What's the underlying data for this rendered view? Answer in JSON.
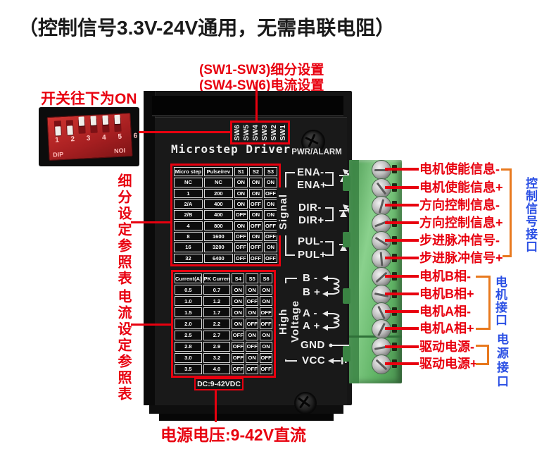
{
  "page_title": "（控制信号3.3V-24V通用，无需串联电阻）",
  "callouts": {
    "sw_function_line1": "(SW1-SW3)细分设置",
    "sw_function_line2": "(SW4-SW6)电流设置",
    "dip_direction_note": "开关往下为ON",
    "microstep_ref_label": "细分设定参照表",
    "current_ref_label": "电流设定参照表",
    "power_voltage_note": "电源电压:9-42V直流"
  },
  "dip_switch": {
    "numbers": "1 2 3 4 5 6",
    "label_left": "DIP",
    "label_right": "NOI",
    "levers": [
      "down",
      "down",
      "up",
      "up",
      "up",
      "up"
    ]
  },
  "driver": {
    "model_label": "Microstep Driver",
    "sw_labels": [
      "SW6",
      "SW5",
      "SW4",
      "SW3",
      "SW2",
      "SW1"
    ],
    "status_label": "PWR/ALARM",
    "signal_group_label": "Signal",
    "hv_group_label": "High Voltage",
    "signal_pins": [
      "ENA-",
      "ENA+",
      "DIR-",
      "DIR+",
      "PUL-",
      "PUL+"
    ],
    "hv_pins": [
      "B -",
      "B +",
      "A -",
      "A +",
      "GND",
      "VCC"
    ],
    "dc_rating": "DC:9-42VDC"
  },
  "microstep_table": {
    "headers": [
      "Micro step",
      "Pulse/rev",
      "S1",
      "S2",
      "S3"
    ],
    "rows": [
      [
        "NC",
        "NC",
        "ON",
        "ON",
        "ON"
      ],
      [
        "1",
        "200",
        "ON",
        "ON",
        "OFF"
      ],
      [
        "2/A",
        "400",
        "ON",
        "OFF",
        "ON"
      ],
      [
        "2/B",
        "400",
        "OFF",
        "ON",
        "ON"
      ],
      [
        "4",
        "800",
        "ON",
        "OFF",
        "OFF"
      ],
      [
        "8",
        "1600",
        "OFF",
        "ON",
        "OFF"
      ],
      [
        "16",
        "3200",
        "OFF",
        "OFF",
        "ON"
      ],
      [
        "32",
        "6400",
        "OFF",
        "OFF",
        "OFF"
      ]
    ]
  },
  "current_table": {
    "headers": [
      "Current(A)",
      "PK Current",
      "S4",
      "S5",
      "S6"
    ],
    "rows": [
      [
        "0.5",
        "0.7",
        "ON",
        "ON",
        "ON"
      ],
      [
        "1.0",
        "1.2",
        "ON",
        "OFF",
        "ON"
      ],
      [
        "1.5",
        "1.7",
        "ON",
        "ON",
        "OFF"
      ],
      [
        "2.0",
        "2.2",
        "ON",
        "OFF",
        "OFF"
      ],
      [
        "2.5",
        "2.7",
        "OFF",
        "ON",
        "ON"
      ],
      [
        "2.8",
        "2.9",
        "OFF",
        "OFF",
        "ON"
      ],
      [
        "3.0",
        "3.2",
        "OFF",
        "ON",
        "OFF"
      ],
      [
        "3.5",
        "4.0",
        "OFF",
        "OFF",
        "OFF"
      ]
    ]
  },
  "terminals": {
    "labels": [
      "电机使能信息-",
      "电机使能信息+",
      "方向控制信息-",
      "方向控制信息+",
      "步进脉冲信号-",
      "步进脉冲信号+",
      "电机B相-",
      "电机B相+",
      "电机A相-",
      "电机A相+",
      "驱动电源-",
      "驱动电源+"
    ]
  },
  "interface_groups": {
    "control": "控制信号接口",
    "motor": "电机接口",
    "power": "电源接口"
  },
  "colors": {
    "annotation_red": "#e8000f",
    "label_blue": "#2a4fe4",
    "bracket_orange": "#e8791e",
    "terminal_green": "#69b96c"
  }
}
